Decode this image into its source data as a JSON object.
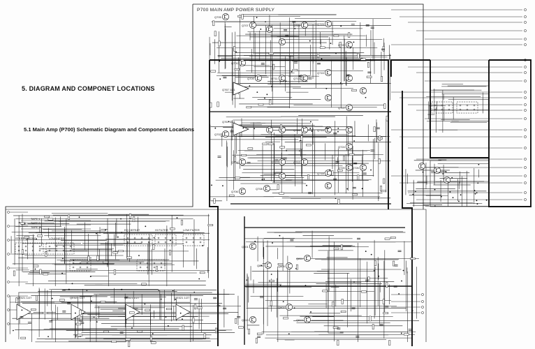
{
  "page": {
    "heading": "5. DIAGRAM AND COMPONET LOCATIONS",
    "subheading": "5.1 Main Amp (P700) Schematic Diagram and Component Locations"
  },
  "schematic": {
    "block_title": "P700 MAIN AMP POWER SUPPLY",
    "transistor_labels": [
      "Q705",
      "Q707",
      "Q701",
      "Q709",
      "Q711",
      "Q713",
      "Q715",
      "Q721",
      "Q723",
      "Q725",
      "Q702",
      "Q704",
      "Q706",
      "Q708",
      "Q710",
      "Q712",
      "Q714",
      "Q716",
      "Q718",
      "Q720",
      "Q722",
      "Q724",
      "Q726",
      "Q801",
      "Q803",
      "Q805",
      "Q811",
      "Q813",
      "Q815",
      "Q802"
    ],
    "ic_labels": [
      "Q767 1/21",
      "Q767 2/21"
    ],
    "preamp_ic_labels": [
      "QE021 1/27",
      "QE021 1/27",
      "QE021 1/27",
      "QE021 1/27"
    ],
    "switch_labels": [
      "STEREO/MONO",
      "LOUDNESS",
      "EQ DEFEAT",
      "HI FILTER",
      "LOW FILTER"
    ],
    "tape_labels": [
      "TAPE 1",
      "TAPE 2",
      "TAPE 3"
    ]
  }
}
